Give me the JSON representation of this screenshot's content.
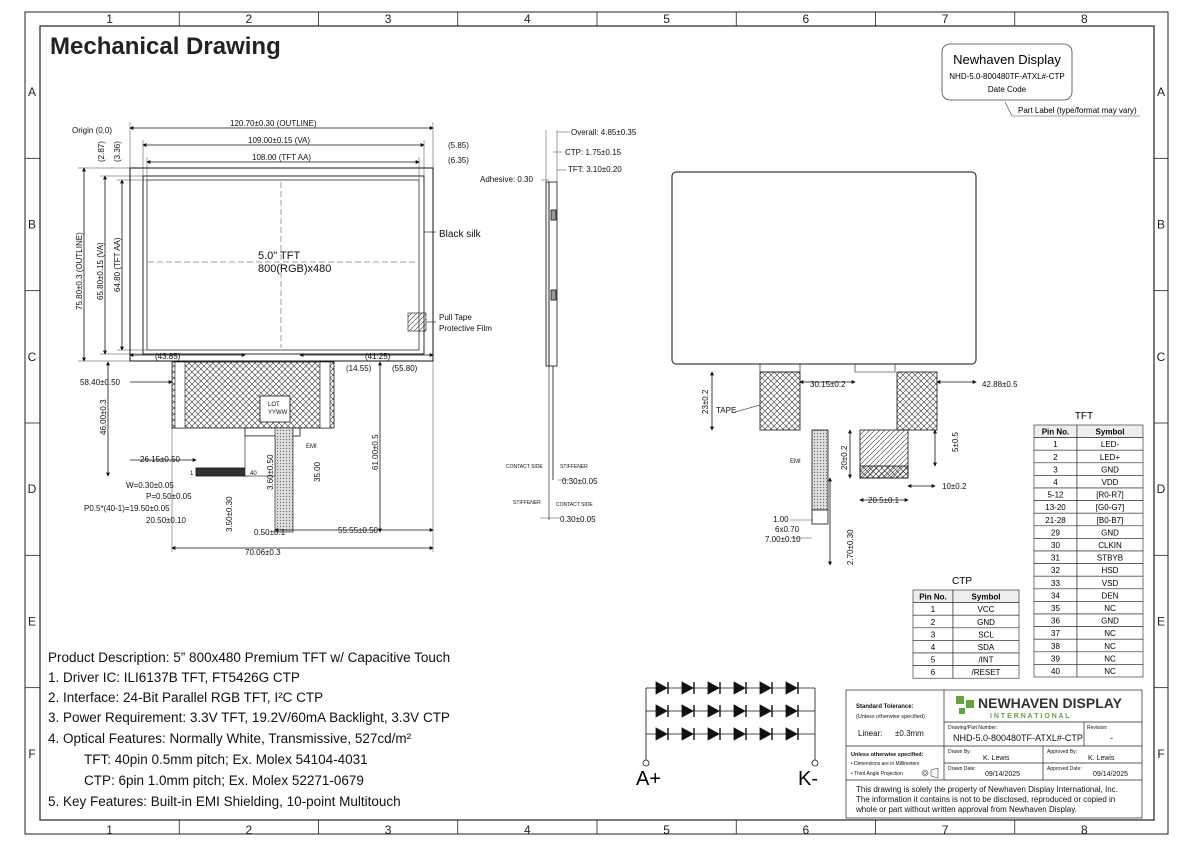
{
  "title": "Mechanical Drawing",
  "grid": {
    "cols": [
      "1",
      "2",
      "3",
      "4",
      "5",
      "6",
      "7",
      "8"
    ],
    "rows": [
      "A",
      "B",
      "C",
      "D",
      "E",
      "F"
    ]
  },
  "part_label": {
    "brand": "Newhaven Display",
    "part": "NHD-5.0-800480TF-ATXL#-CTP",
    "date_code": "Date Code",
    "note": "Part Label (type/format may vary)"
  },
  "front_view": {
    "origin": "Origin (0,0)",
    "outline_w": "120.70±0.30 (OUTLINE)",
    "va_w": "109.00±0.15 (VA)",
    "aa_w": "108.00 (TFT AA)",
    "off_585": "(5.85)",
    "off_635": "(6.35)",
    "off_287": "(2.87)",
    "off_336": "(3.36)",
    "outline_h": "75.80±0.3 (OUTLINE)",
    "va_h": "65.80±0.15 (VA)",
    "aa_h": "64.80 (TFT AA)",
    "panel_line1": "5.0\" TFT",
    "panel_line2": "800(RGB)x480",
    "black_silk": "Black silk",
    "pull_tape": "Pull Tape",
    "protective_film": "Protective Film",
    "d_4385": "(43.85)",
    "d_4125": "(41.25)",
    "d_1455": "(14.55)",
    "d_5580": "(55.80)",
    "d_5840": "58.40±0.50",
    "d_4600": "46.00±0.3",
    "d_6100": "61.00±0.5",
    "d_2615": "26.15±0.50",
    "d_w": "W=0.30±0.05",
    "d_p": "P=0.50±0.05",
    "d_p05": "P0.5*(40-1)=19.50±0.05",
    "d_2050": "20.50±0.10",
    "d_360": "3.60±0.50",
    "d_3500": "35.00",
    "d_350": "3.50±0.30",
    "d_050": "0.50±0.1",
    "d_5555": "55.55±0.50",
    "d_7006": "70.06±0.3",
    "emi": "EMI",
    "lot": "LOT",
    "yyww": "YYWW",
    "pin1": "1",
    "pin40": "40"
  },
  "side_view": {
    "overall": "Overall: 4.85±0.35",
    "ctp": "CTP: 1.75±0.15",
    "tft": "TFT: 3.10±0.20",
    "adhesive": "Adhesive: 0.30",
    "contact_side": "CONTACT SIDE",
    "stiffener": "STIFFENER",
    "t030a": "0.30±0.05",
    "t030b": "0.30±0.05"
  },
  "rear_view": {
    "d_3015": "30.15±0.2",
    "d_4288": "42.88±0.5",
    "d_23": "23±0.2",
    "tape": "TAPE",
    "d_20": "20±0.2",
    "d_5": "5±0.5",
    "emi": "EMI",
    "d_10": "10±0.2",
    "d_205": "20.5±0.1",
    "d_100": "1.00",
    "d_6x070": "6x0.70",
    "d_700": "7.00±0.10",
    "d_270": "2.70±0.30"
  },
  "tft_table": {
    "title": "TFT",
    "headers": [
      "Pin No.",
      "Symbol"
    ],
    "rows": [
      [
        "1",
        "LED-"
      ],
      [
        "2",
        "LED+"
      ],
      [
        "3",
        "GND"
      ],
      [
        "4",
        "VDD"
      ],
      [
        "5-12",
        "[R0-R7]"
      ],
      [
        "13-20",
        "[G0-G7]"
      ],
      [
        "21-28",
        "[B0-B7]"
      ],
      [
        "29",
        "GND"
      ],
      [
        "30",
        "CLKIN"
      ],
      [
        "31",
        "STBYB"
      ],
      [
        "32",
        "HSD"
      ],
      [
        "33",
        "VSD"
      ],
      [
        "34",
        "DEN"
      ],
      [
        "35",
        "NC"
      ],
      [
        "36",
        "GND"
      ],
      [
        "37",
        "NC"
      ],
      [
        "38",
        "NC"
      ],
      [
        "39",
        "NC"
      ],
      [
        "40",
        "NC"
      ]
    ]
  },
  "ctp_table": {
    "title": "CTP",
    "headers": [
      "Pin No.",
      "Symbol"
    ],
    "rows": [
      [
        "1",
        "VCC"
      ],
      [
        "2",
        "GND"
      ],
      [
        "3",
        "SCL"
      ],
      [
        "4",
        "SDA"
      ],
      [
        "5",
        "/INT"
      ],
      [
        "6",
        "/RESET"
      ]
    ]
  },
  "description": {
    "heading": "Product Description: 5” 800x480 Premium TFT w/ Capacitive Touch",
    "lines": [
      "1. Driver IC: ILI6137B TFT, FT5426G CTP",
      "2. Interface: 24-Bit Parallel RGB TFT, I²C CTP",
      "3. Power Requirement: 3.3V TFT, 19.2V/60mA Backlight, 3.3V CTP",
      "4. Optical Features: Normally White, Transmissive, 527cd/m²",
      "TFT: 40pin 0.5mm pitch; Ex. Molex 54104-4031",
      "CTP: 6pin 1.0mm pitch; Ex. Molex 52271-0679",
      "5. Key Features: Built-in EMI Shielding, 10-point Multitouch"
    ]
  },
  "led": {
    "anode": "A+",
    "cathode": "K-"
  },
  "title_block": {
    "std_tol": "Standard Tolerance:",
    "unless": "(Unless otherwise specified)",
    "linear_label": "Linear:",
    "linear_val": "±0.3mm",
    "brand_line1": "NEWHAVEN DISPLAY",
    "brand_line2": "I N T E R N A T I O N A L",
    "drawing_label": "Drawing/Part Number:",
    "drawing_val": "NHD-5.0-800480TF-ATXL#-CTP",
    "revision_label": "Revision:",
    "revision_val": "-",
    "unless2": "Unless otherwise specified:",
    "dim_mm": "• Dimensions are in Millimeters",
    "third_angle": "• Third Angle Projection",
    "drawn_by_label": "Drawn By:",
    "drawn_by": "K. Lewis",
    "approved_by_label": "Approved By:",
    "approved_by": "K. Lewis",
    "drawn_date_label": "Drawn Date:",
    "drawn_date": "09/14/2025",
    "approved_date_label": "Approved Date:",
    "approved_date": "09/14/2025",
    "notice1": "This drawing is solely the property of Newhaven Display International, Inc.",
    "notice2": "The information it contains is not to be disclosed, reproduced or copied in",
    "notice3": "whole or part without written approval from Newhaven Display."
  }
}
